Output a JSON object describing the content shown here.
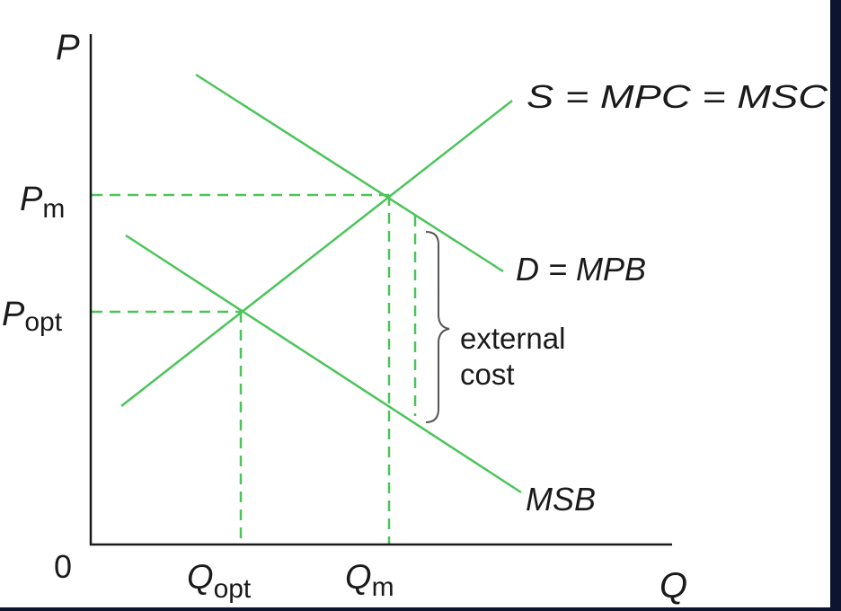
{
  "diagram": {
    "axes": {
      "y_label": "P",
      "x_label": "Q",
      "origin_label": "0"
    },
    "price_labels": {
      "pm_main": "P",
      "pm_sub": "m",
      "popt_main": "P",
      "popt_sub": "opt"
    },
    "quantity_labels": {
      "qopt_main": "Q",
      "qopt_sub": "opt",
      "qm_main": "Q",
      "qm_sub": "m"
    },
    "curves": {
      "supply_label": "S = MPC = MSC",
      "demand_label": "D = MPB",
      "msb_label": "MSB"
    },
    "annotation": {
      "line1": "external",
      "line2": "cost"
    }
  },
  "colors": {
    "curve": "#4cc45a",
    "dashed": "#4cc45a",
    "axis": "#1a1a1a",
    "brace": "#555555",
    "frame": "#0c1430"
  }
}
